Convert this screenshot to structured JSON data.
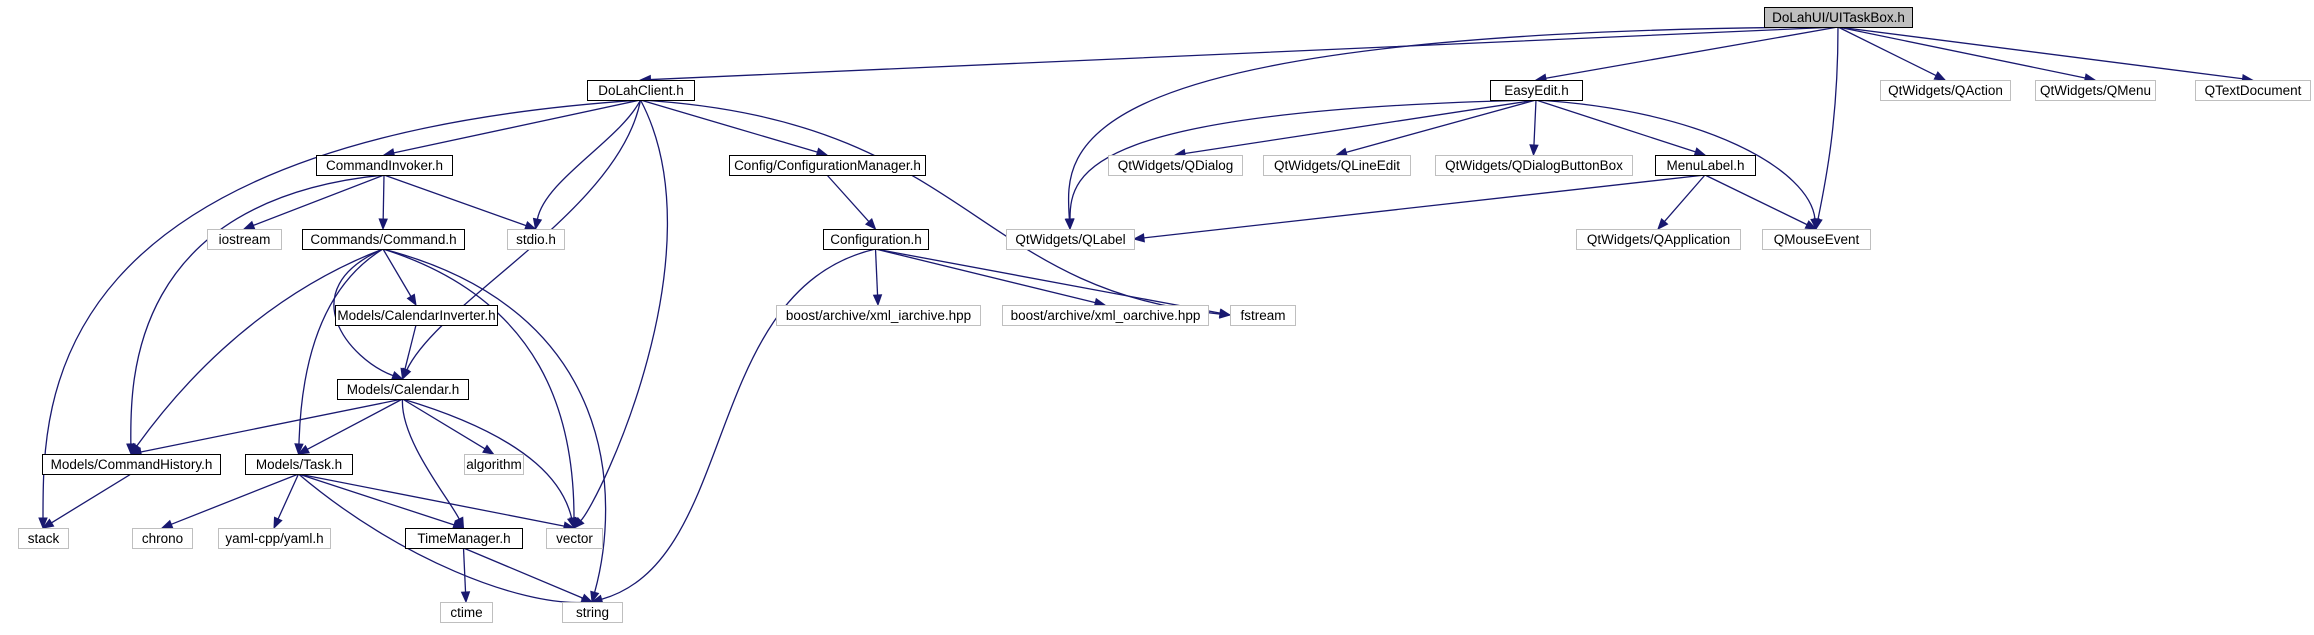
{
  "graph": {
    "title": "DoLahUI/UITaskBox.h",
    "colors": {
      "root_fill": "#bfbfbf",
      "documented_border": "#000000",
      "external_border": "#bfbfbf",
      "external_text": "#606060",
      "edge": "#191970"
    },
    "nodes": [
      {
        "id": "uitaskbox",
        "label": "DoLahUI/UITaskBox.h",
        "kind": "root"
      },
      {
        "id": "dolahclient",
        "label": "DoLahClient.h",
        "kind": "documented"
      },
      {
        "id": "easyedit",
        "label": "EasyEdit.h",
        "kind": "documented"
      },
      {
        "id": "qaction",
        "label": "QtWidgets/QAction",
        "kind": "external"
      },
      {
        "id": "qmenu",
        "label": "QtWidgets/QMenu",
        "kind": "external"
      },
      {
        "id": "qtextdocument",
        "label": "QTextDocument",
        "kind": "external"
      },
      {
        "id": "commandinvoker",
        "label": "CommandInvoker.h",
        "kind": "documented"
      },
      {
        "id": "configmanager",
        "label": "Config/ConfigurationManager.h",
        "kind": "documented"
      },
      {
        "id": "qdialog",
        "label": "QtWidgets/QDialog",
        "kind": "external"
      },
      {
        "id": "qlineedit",
        "label": "QtWidgets/QLineEdit",
        "kind": "external"
      },
      {
        "id": "qdialogbuttonbox",
        "label": "QtWidgets/QDialogButtonBox",
        "kind": "external"
      },
      {
        "id": "menulabel",
        "label": "MenuLabel.h",
        "kind": "documented"
      },
      {
        "id": "iostream",
        "label": "iostream",
        "kind": "external"
      },
      {
        "id": "command",
        "label": "Commands/Command.h",
        "kind": "documented"
      },
      {
        "id": "stdio",
        "label": "stdio.h",
        "kind": "external"
      },
      {
        "id": "configuration",
        "label": "Configuration.h",
        "kind": "documented"
      },
      {
        "id": "qlabel",
        "label": "QtWidgets/QLabel",
        "kind": "external"
      },
      {
        "id": "qapplication",
        "label": "QtWidgets/QApplication",
        "kind": "external"
      },
      {
        "id": "qmouseevent",
        "label": "QMouseEvent",
        "kind": "external"
      },
      {
        "id": "calendarinverter",
        "label": "Models/CalendarInverter.h",
        "kind": "documented"
      },
      {
        "id": "xmliarchive",
        "label": "boost/archive/xml_iarchive.hpp",
        "kind": "external"
      },
      {
        "id": "xmloarchive",
        "label": "boost/archive/xml_oarchive.hpp",
        "kind": "external"
      },
      {
        "id": "fstream",
        "label": "fstream",
        "kind": "external"
      },
      {
        "id": "calendar",
        "label": "Models/Calendar.h",
        "kind": "documented"
      },
      {
        "id": "commandhistory",
        "label": "Models/CommandHistory.h",
        "kind": "documented"
      },
      {
        "id": "task",
        "label": "Models/Task.h",
        "kind": "documented"
      },
      {
        "id": "algorithm",
        "label": "algorithm",
        "kind": "external"
      },
      {
        "id": "stack",
        "label": "stack",
        "kind": "external"
      },
      {
        "id": "chrono",
        "label": "chrono",
        "kind": "external"
      },
      {
        "id": "yaml",
        "label": "yaml-cpp/yaml.h",
        "kind": "external"
      },
      {
        "id": "timemanager",
        "label": "TimeManager.h",
        "kind": "documented"
      },
      {
        "id": "vector",
        "label": "vector",
        "kind": "external"
      },
      {
        "id": "ctime",
        "label": "ctime",
        "kind": "external"
      },
      {
        "id": "string",
        "label": "string",
        "kind": "external"
      }
    ],
    "edges": [
      [
        "uitaskbox",
        "dolahclient"
      ],
      [
        "uitaskbox",
        "qlabel"
      ],
      [
        "uitaskbox",
        "easyedit"
      ],
      [
        "uitaskbox",
        "qmouseevent"
      ],
      [
        "uitaskbox",
        "qaction"
      ],
      [
        "uitaskbox",
        "qmenu"
      ],
      [
        "uitaskbox",
        "qtextdocument"
      ],
      [
        "dolahclient",
        "stack"
      ],
      [
        "dolahclient",
        "commandinvoker"
      ],
      [
        "dolahclient",
        "stdio"
      ],
      [
        "dolahclient",
        "calendar"
      ],
      [
        "dolahclient",
        "vector"
      ],
      [
        "dolahclient",
        "configmanager"
      ],
      [
        "dolahclient",
        "fstream"
      ],
      [
        "easyedit",
        "qlabel"
      ],
      [
        "easyedit",
        "qdialog"
      ],
      [
        "easyedit",
        "qlineedit"
      ],
      [
        "easyedit",
        "qdialogbuttonbox"
      ],
      [
        "easyedit",
        "menulabel"
      ],
      [
        "easyedit",
        "qmouseevent"
      ],
      [
        "menulabel",
        "qlabel"
      ],
      [
        "menulabel",
        "qapplication"
      ],
      [
        "menulabel",
        "qmouseevent"
      ],
      [
        "commandinvoker",
        "commandhistory"
      ],
      [
        "commandinvoker",
        "iostream"
      ],
      [
        "commandinvoker",
        "command"
      ],
      [
        "commandinvoker",
        "stdio"
      ],
      [
        "configmanager",
        "configuration"
      ],
      [
        "configuration",
        "string"
      ],
      [
        "configuration",
        "xmliarchive"
      ],
      [
        "configuration",
        "xmloarchive"
      ],
      [
        "configuration",
        "fstream"
      ],
      [
        "command",
        "commandhistory"
      ],
      [
        "command",
        "task"
      ],
      [
        "command",
        "calendar"
      ],
      [
        "command",
        "calendarinverter"
      ],
      [
        "command",
        "vector"
      ],
      [
        "command",
        "string"
      ],
      [
        "calendarinverter",
        "calendar"
      ],
      [
        "calendar",
        "commandhistory"
      ],
      [
        "calendar",
        "task"
      ],
      [
        "calendar",
        "timemanager"
      ],
      [
        "calendar",
        "algorithm"
      ],
      [
        "calendar",
        "vector"
      ],
      [
        "commandhistory",
        "stack"
      ],
      [
        "task",
        "chrono"
      ],
      [
        "task",
        "yaml"
      ],
      [
        "task",
        "timemanager"
      ],
      [
        "task",
        "vector"
      ],
      [
        "task",
        "string"
      ],
      [
        "timemanager",
        "ctime"
      ],
      [
        "timemanager",
        "string"
      ]
    ]
  }
}
